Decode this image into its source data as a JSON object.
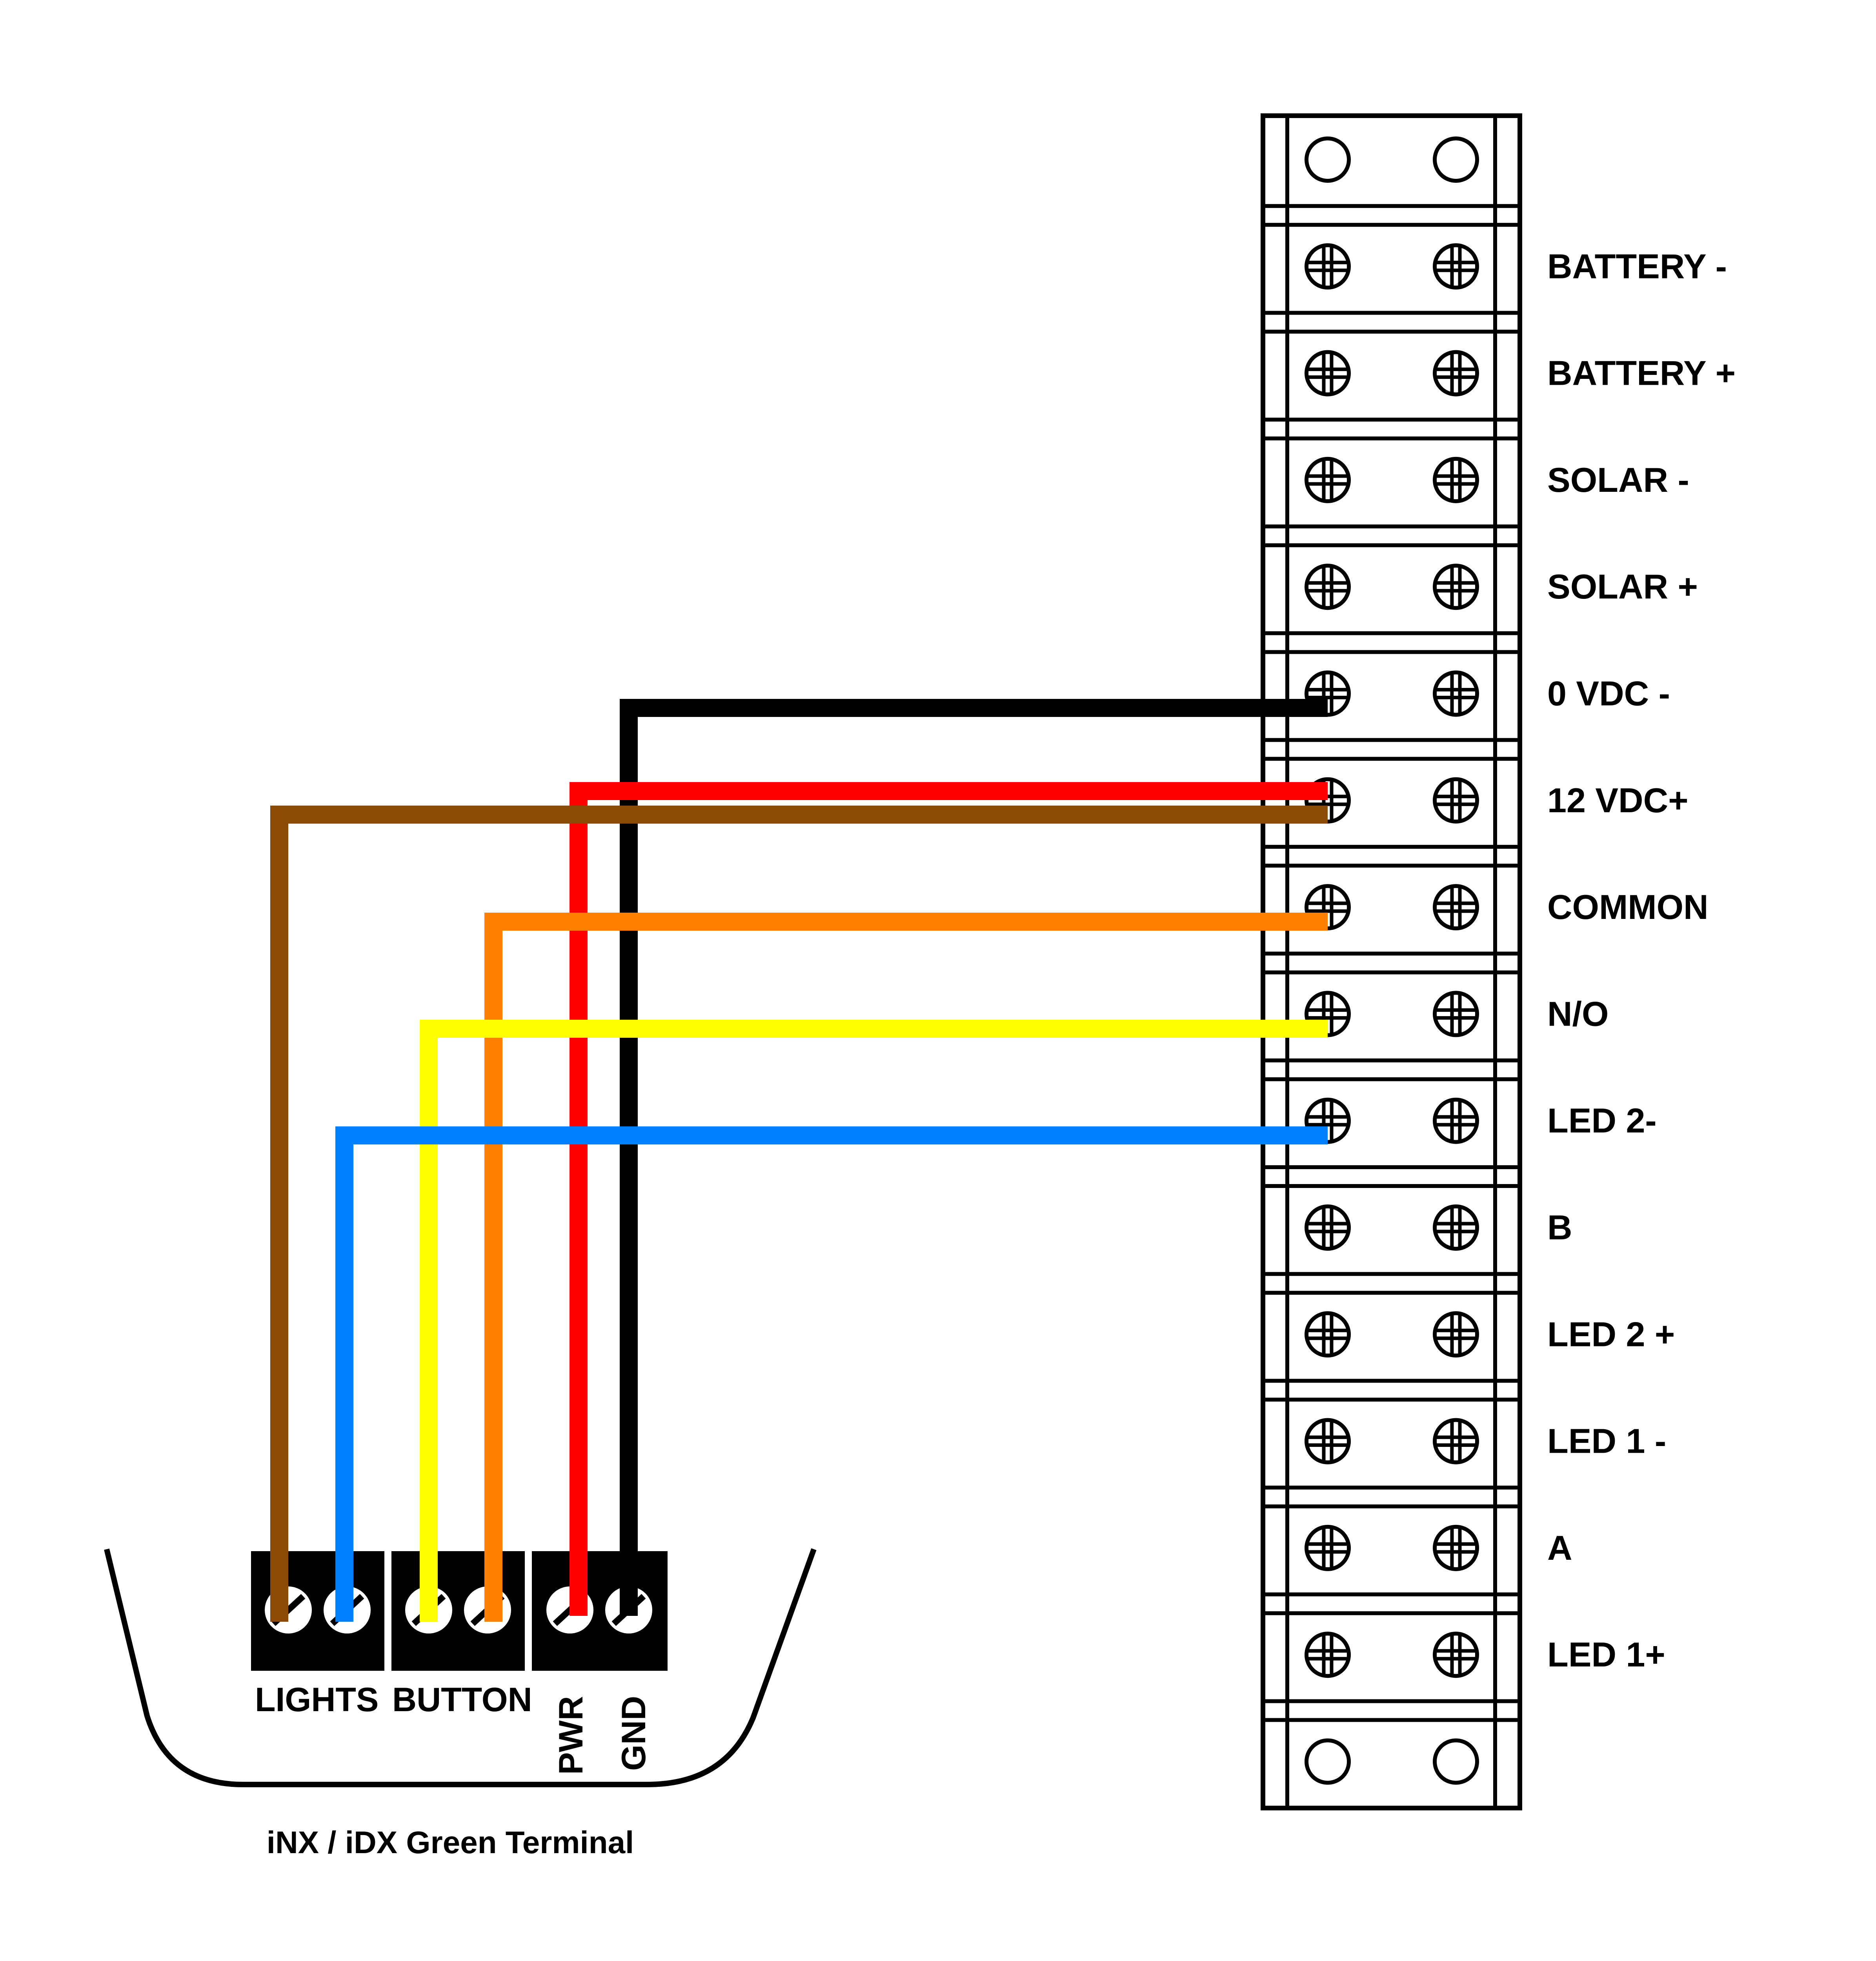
{
  "terminal_strip": {
    "labels": [
      "BATTERY -",
      "BATTERY +",
      "SOLAR -",
      "SOLAR +",
      "0 VDC -",
      "12 VDC+",
      "COMMON",
      "N/O",
      "LED 2-",
      "B",
      "LED 2 +",
      "LED 1 -",
      "A",
      "LED 1+"
    ]
  },
  "green_terminal": {
    "caption": "iNX / iDX Green Terminal",
    "lights_label": "LIGHTS",
    "button_label": "BUTTON",
    "pwr_label": "PWR",
    "gnd_label": "GND"
  },
  "wires": [
    {
      "color": "#000000",
      "from": "GND",
      "to": "0 VDC -"
    },
    {
      "color": "#ff0000",
      "from": "PWR",
      "to": "12 VDC+"
    },
    {
      "color": "#8b4a06",
      "from": "LIGHTS",
      "to": "12 VDC+"
    },
    {
      "color": "#ff7f00",
      "from": "BUTTON",
      "to": "COMMON"
    },
    {
      "color": "#ffff00",
      "from": "BUTTON",
      "to": "N/O"
    },
    {
      "color": "#007fff",
      "from": "LIGHTS",
      "to": "LED 2-"
    }
  ]
}
